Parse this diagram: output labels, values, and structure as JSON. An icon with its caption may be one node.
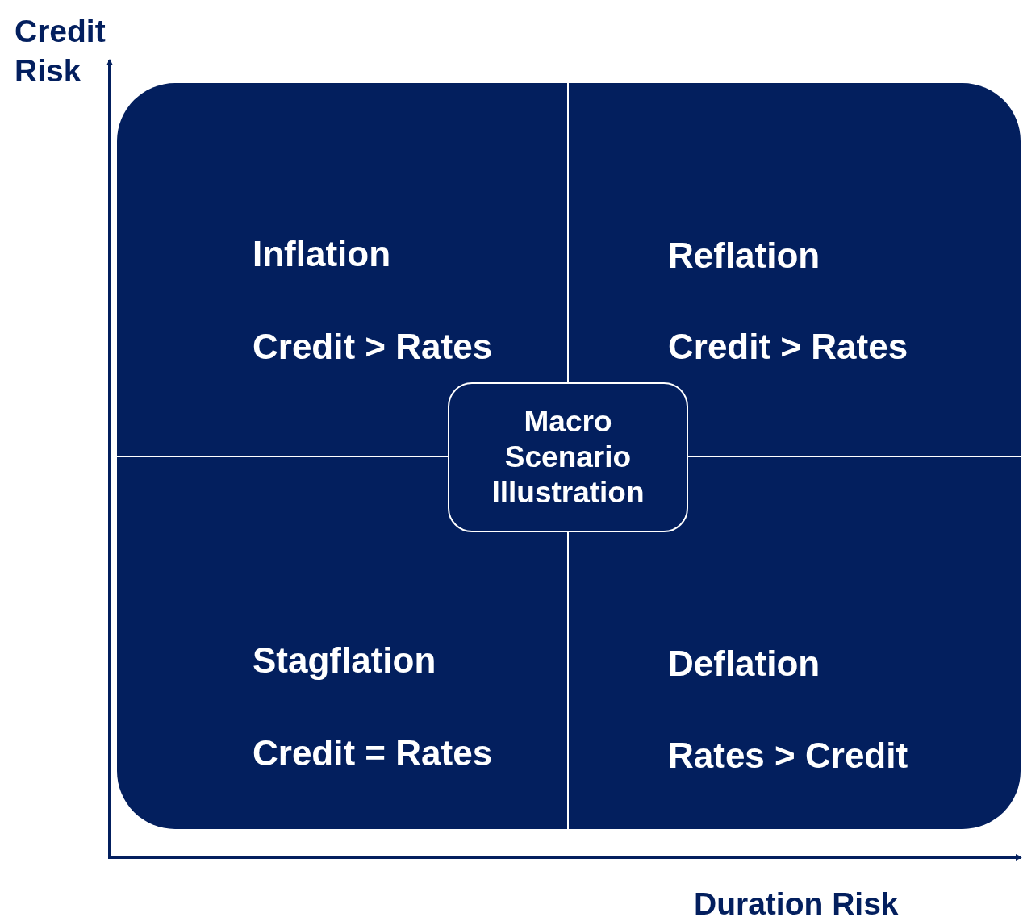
{
  "diagram": {
    "nodes": [
      {
        "text": [],
        "shape": "box"
      },
      {
        "text": [
          "Inflation",
          "Credit > Rates"
        ],
        "in": 0
      },
      {
        "text": [
          "Reflation",
          "Credit > Rates"
        ],
        "in": 0
      },
      {
        "text": [
          "Stagflation",
          "Credit = Rates"
        ],
        "in": 0
      },
      {
        "text": [
          "Deflation",
          "Rates > Credit"
        ],
        "in": 0
      },
      {
        "text": [
          "Macro Scenario Illustration"
        ],
        "in": 0
      }
    ],
    "edges": [],
    "labels": [
      "Credit Risk",
      "Duration Risk"
    ]
  }
}
